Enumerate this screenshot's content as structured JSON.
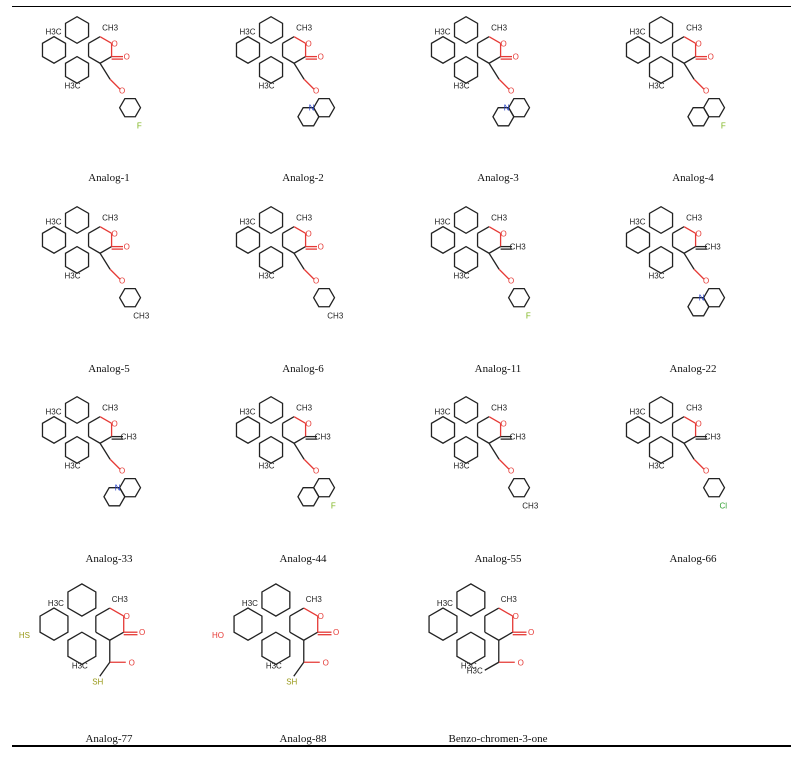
{
  "figure": {
    "analogs": [
      {
        "label": "Analog-1",
        "substituent": "fluorophenyl",
        "hetero": "F"
      },
      {
        "label": "Analog-2",
        "substituent": "quinoline",
        "hetero": "N"
      },
      {
        "label": "Analog-3",
        "substituent": "quinoline",
        "hetero": "N"
      },
      {
        "label": "Analog-4",
        "substituent": "fluoronaphthyl",
        "hetero": "F"
      },
      {
        "label": "Analog-5",
        "substituent": "tolyl",
        "hetero": ""
      },
      {
        "label": "Analog-6",
        "substituent": "tolyl",
        "hetero": ""
      },
      {
        "label": "Analog-11",
        "substituent": "fluorophenyl",
        "hetero": "F"
      },
      {
        "label": "Analog-22",
        "substituent": "quinoline",
        "hetero": "N"
      },
      {
        "label": "Analog-33",
        "substituent": "quinoline",
        "hetero": "N"
      },
      {
        "label": "Analog-44",
        "substituent": "fluoronaphthyl",
        "hetero": "F"
      },
      {
        "label": "Analog-55",
        "substituent": "tolyl",
        "hetero": ""
      },
      {
        "label": "Analog-66",
        "substituent": "chlorophenyl",
        "hetero": "Cl"
      },
      {
        "label": "Analog-77",
        "substituent": "thioacid",
        "hetero": "SH"
      },
      {
        "label": "Analog-88",
        "substituent": "thioacid",
        "hetero": "OH"
      },
      {
        "label": "Benzo-chromen-3-one",
        "substituent": "acetyl",
        "hetero": ""
      }
    ],
    "atom_labels": {
      "ch3": "CH3",
      "h3c": "H3C",
      "o": "O",
      "n": "N",
      "f": "F",
      "cl": "Cl",
      "sh": "SH",
      "hs": "HS",
      "ho": "HO"
    },
    "colors": {
      "oxygen": "#e53935",
      "nitrogen": "#1f3cc7",
      "fluorine": "#7ab317",
      "sulfur": "#9a9a1a",
      "chlorine": "#2e9e2e",
      "bond": "#222222"
    }
  }
}
